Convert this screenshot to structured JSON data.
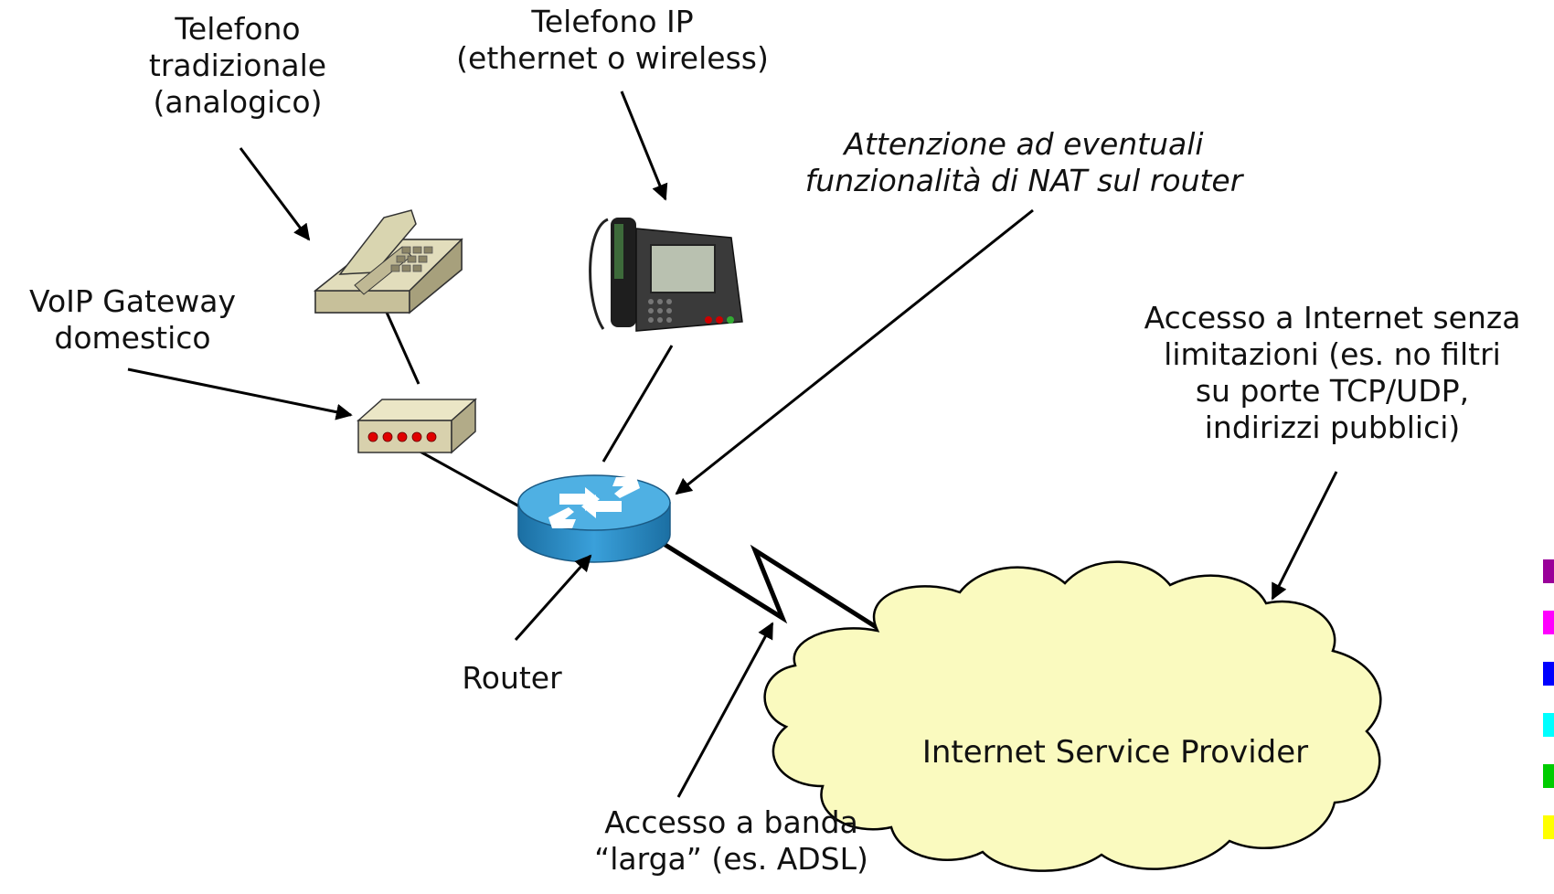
{
  "labels": {
    "analog_phone": [
      "Telefono",
      "tradizionale",
      "(analogico)"
    ],
    "ip_phone": [
      "Telefono IP",
      "(ethernet o wireless)"
    ],
    "nat_note": [
      "Attenzione ad eventuali",
      "funzionalità di NAT sul router"
    ],
    "voip_gateway": [
      "VoIP Gateway",
      "domestico"
    ],
    "internet_access": [
      "Accesso a Internet senza",
      "limitazioni (es. no filtri",
      "su porte TCP/UDP,",
      "indirizzi pubblici)"
    ],
    "router": "Router",
    "broadband": [
      "Accesso a banda",
      "“larga” (es. ADSL)"
    ],
    "isp": "Internet Service Provider"
  },
  "colors": {
    "cloud_fill": "#fafabf",
    "router_blue": "#2a8fc9",
    "router_top": "#4fb0e3",
    "gateway_body": "#d8d1ad",
    "gateway_led": "#e00000",
    "phone_body": "#d9d5b0"
  },
  "side_swatches": [
    "#990099",
    "#ff00ff",
    "#0000ff",
    "#00ffff",
    "#00cc00",
    "#ffff00"
  ]
}
